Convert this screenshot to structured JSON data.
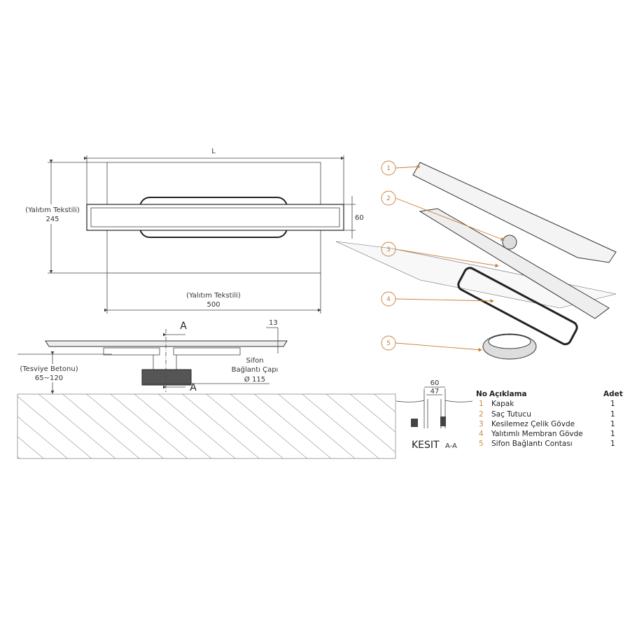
{
  "top_view": {
    "length_label": "L",
    "left_label": "(Yalıtım Tekstili)",
    "left_value": "245",
    "right_value": "60",
    "bottom_label": "(Yalıtım Tekstili)",
    "bottom_value": "500"
  },
  "side_view": {
    "section_mark_top": "A",
    "section_mark_bottom": "A",
    "flange_value": "13",
    "screed_label": "(Tesviye Betonu)",
    "screed_value": "65~120",
    "siphon_line1": "Sifon",
    "siphon_line2": "Bağlantı Çapı",
    "siphon_value": "Ø 115"
  },
  "exploded_view": {
    "callouts": [
      "1",
      "2",
      "3",
      "4",
      "5"
    ],
    "accent_color": "#c8813a"
  },
  "section": {
    "title": "KESIT",
    "subtitle": "A-A",
    "outer_width": "60",
    "inner_width": "47"
  },
  "parts_table": {
    "headers": {
      "no": "No",
      "description": "Açıklama",
      "qty": "Adet"
    },
    "rows": [
      {
        "no": "1",
        "description": "Kapak",
        "qty": "1"
      },
      {
        "no": "2",
        "description": "Saç Tutucu",
        "qty": "1"
      },
      {
        "no": "3",
        "description": "Kesilemez Çelik Gövde",
        "qty": "1"
      },
      {
        "no": "4",
        "description": "Yalıtımlı Membran Gövde",
        "qty": "1"
      },
      {
        "no": "5",
        "description": "Sifon Bağlantı Contası",
        "qty": "1"
      }
    ]
  }
}
